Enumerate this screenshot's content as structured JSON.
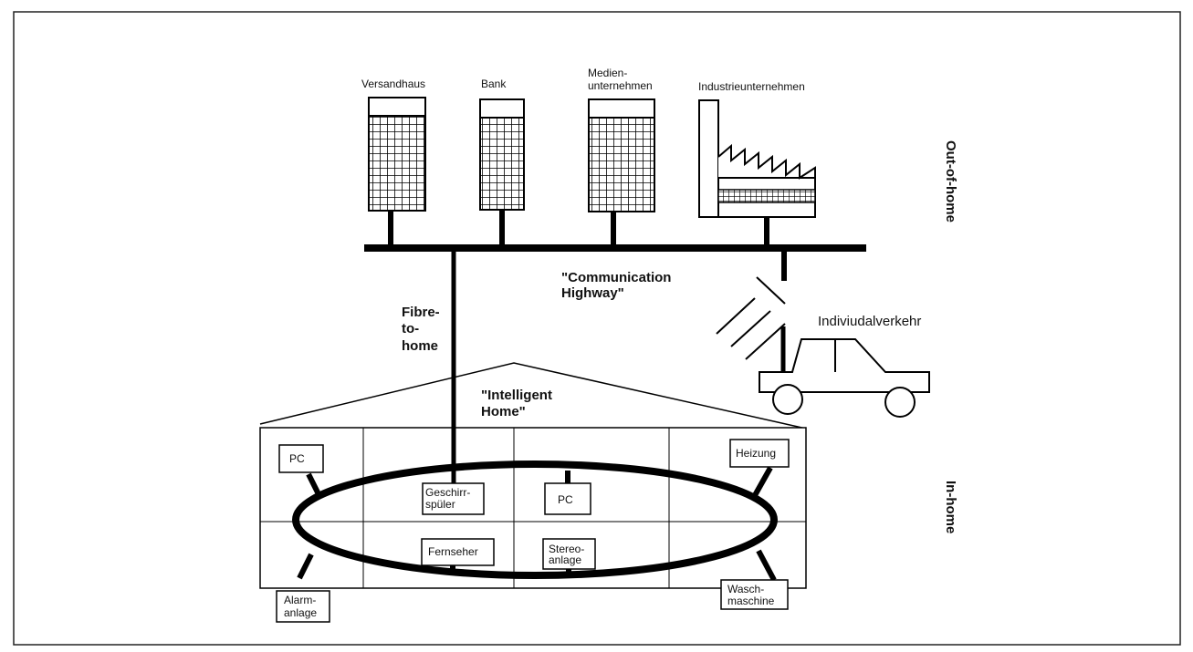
{
  "buildings": {
    "versandhaus": "Versandhaus",
    "bank": "Bank",
    "medien_1": "Medien-",
    "medien_2": "unternehmen",
    "industrie": "Industrieunternehmen"
  },
  "highway": {
    "line1": "\"Communication",
    "line2": "Highway\""
  },
  "fibre": {
    "line1": "Fibre-",
    "line2": "to-",
    "line3": "home"
  },
  "individual_traffic": "Indiviudalverkehr",
  "home": {
    "line1": "\"Intelligent",
    "line2": "Home\""
  },
  "side_labels": {
    "out_of_home": "Out-of-home",
    "in_home": "In-home"
  },
  "devices": {
    "pc_left": "PC",
    "geschirr_1": "Geschirr-",
    "geschirr_2": "spüler",
    "pc_center": "PC",
    "heizung": "Heizung",
    "fernseher": "Fernseher",
    "stereo_1": "Stereo-",
    "stereo_2": "anlage",
    "alarm_1": "Alarm-",
    "alarm_2": "anlage",
    "wasch_1": "Wasch-",
    "wasch_2": "maschine"
  }
}
